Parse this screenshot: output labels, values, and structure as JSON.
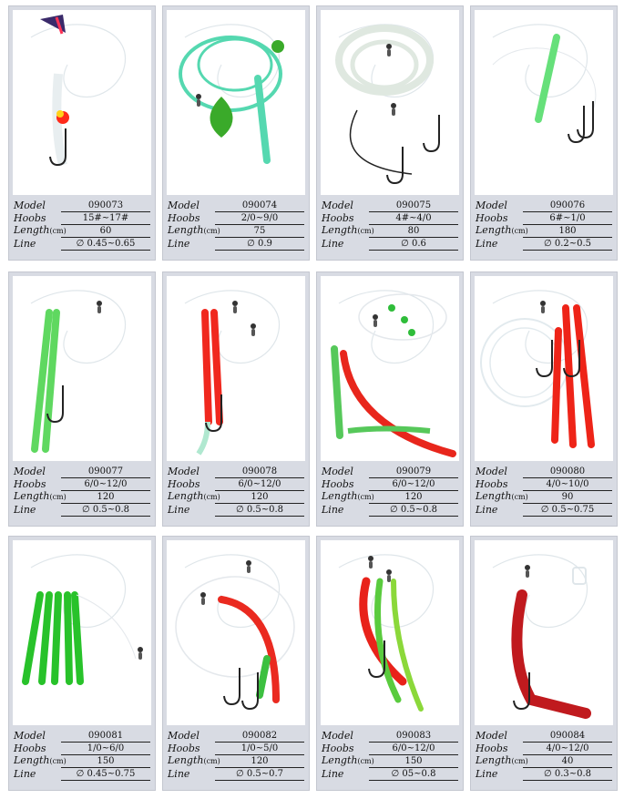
{
  "labels": {
    "model": "Model",
    "hooks": "Hoobs",
    "length": "Length",
    "length_unit": "(cm)",
    "line": "Line"
  },
  "products": [
    {
      "model": "090073",
      "hooks": "15#~17#",
      "length": "60",
      "line": "∅ 0.45~0.65",
      "lure_color": "#e8eef0",
      "accent": "#ff2a1a",
      "icon": "squid-rig-with-flasher-icon"
    },
    {
      "model": "090074",
      "hooks": "2/0~9/0",
      "length": "75",
      "line": "∅ 0.9",
      "lure_color": "#55d8b0",
      "accent": "#3aaa2a",
      "icon": "green-tube-rig-with-spoon-icon"
    },
    {
      "model": "090075",
      "hooks": "4#~4/0",
      "length": "80",
      "line": "∅ 0.6",
      "lure_color": "#dfe8e0",
      "accent": "#222222",
      "icon": "coiled-leader-with-hooks-icon"
    },
    {
      "model": "090076",
      "hooks": "6#~1/0",
      "length": "180",
      "line": "∅ 0.2~0.5",
      "lure_color": "#66e07a",
      "accent": "#222222",
      "icon": "green-tube-rig-icon"
    },
    {
      "model": "090077",
      "hooks": "6/0~12/0",
      "length": "120",
      "line": "∅ 0.5~0.8",
      "lure_color": "#5fd860",
      "accent": "#222222",
      "icon": "green-tube-lure-icon"
    },
    {
      "model": "090078",
      "hooks": "6/0~12/0",
      "length": "120",
      "line": "∅ 0.5~0.8",
      "lure_color": "#f0281e",
      "accent": "#b0e8d0",
      "icon": "red-tube-lure-icon"
    },
    {
      "model": "090079",
      "hooks": "6/0~12/0",
      "length": "120",
      "line": "∅ 0.5~0.8",
      "lure_color": "#e8261c",
      "accent": "#56c85a",
      "icon": "red-green-tube-lure-icon"
    },
    {
      "model": "090080",
      "hooks": "4/0~10/0",
      "length": "90",
      "line": "∅ 0.5~0.75",
      "lure_color": "#ee2418",
      "accent": "#222222",
      "icon": "red-tube-lure-icon"
    },
    {
      "model": "090081",
      "hooks": "1/0~6/0",
      "length": "150",
      "line": "∅ 0.45~0.75",
      "lure_color": "#28c22a",
      "accent": "#222222",
      "icon": "green-tube-cluster-icon"
    },
    {
      "model": "090082",
      "hooks": "1/0~5/0",
      "length": "120",
      "line": "∅ 0.5~0.7",
      "lure_color": "#ea2a20",
      "accent": "#3cc040",
      "icon": "red-green-tube-lure-icon"
    },
    {
      "model": "090083",
      "hooks": "6/0~12/0",
      "length": "150",
      "line": "∅ 05~0.8",
      "lure_color": "#e8221a",
      "accent": "#5acb3e",
      "icon": "red-green-tube-lure-icon"
    },
    {
      "model": "090084",
      "hooks": "4/0~12/0",
      "length": "40",
      "line": "∅ 0.3~0.8",
      "lure_color": "#c01a1e",
      "accent": "#222222",
      "icon": "red-worm-lure-icon"
    }
  ]
}
